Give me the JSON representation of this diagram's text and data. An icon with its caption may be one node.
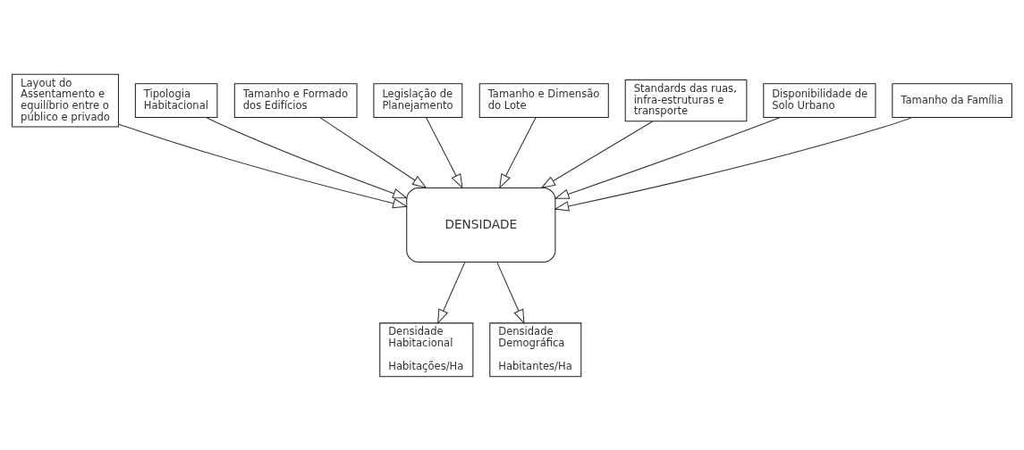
{
  "diagram": {
    "nodes": [
      {
        "text": [
          "Layout do Assentamento e equilíbrio entre o público e privado"
        ]
      },
      {
        "text": [
          "Tipologia Habitacional"
        ]
      },
      {
        "text": [
          "Tamanho e Formado dos Edifícios"
        ]
      },
      {
        "text": [
          "Legislação de Planejamento"
        ]
      },
      {
        "text": [
          "Tamanho e Dimensão do Lote"
        ]
      },
      {
        "text": [
          "Standards das ruas, infra-estruturas e transporte"
        ]
      },
      {
        "text": [
          "Disponibilidade de Solo Urbano"
        ]
      },
      {
        "text": [
          "Tamanho da Família"
        ]
      },
      {
        "text": [
          "DENSIDADE"
        ]
      },
      {
        "text": [
          "Densidade Habitacional",
          "Habitações/Ha"
        ]
      },
      {
        "text": [
          "Densidade Demográfica",
          "Habitantes/Ha"
        ]
      }
    ],
    "edges": [
      {
        "from": 0,
        "to": 8,
        "arrow": "to"
      },
      {
        "from": 1,
        "to": 8,
        "arrow": "to"
      },
      {
        "from": 2,
        "to": 8,
        "arrow": "to"
      },
      {
        "from": 3,
        "to": 8,
        "arrow": "to"
      },
      {
        "from": 4,
        "to": 8,
        "arrow": "to"
      },
      {
        "from": 5,
        "to": 8,
        "arrow": "to"
      },
      {
        "from": 6,
        "to": 8,
        "arrow": "to"
      },
      {
        "from": 7,
        "to": 8,
        "arrow": "to"
      },
      {
        "from": 8,
        "to": 9,
        "arrow": "to"
      },
      {
        "from": 8,
        "to": 10,
        "arrow": "to"
      }
    ]
  }
}
